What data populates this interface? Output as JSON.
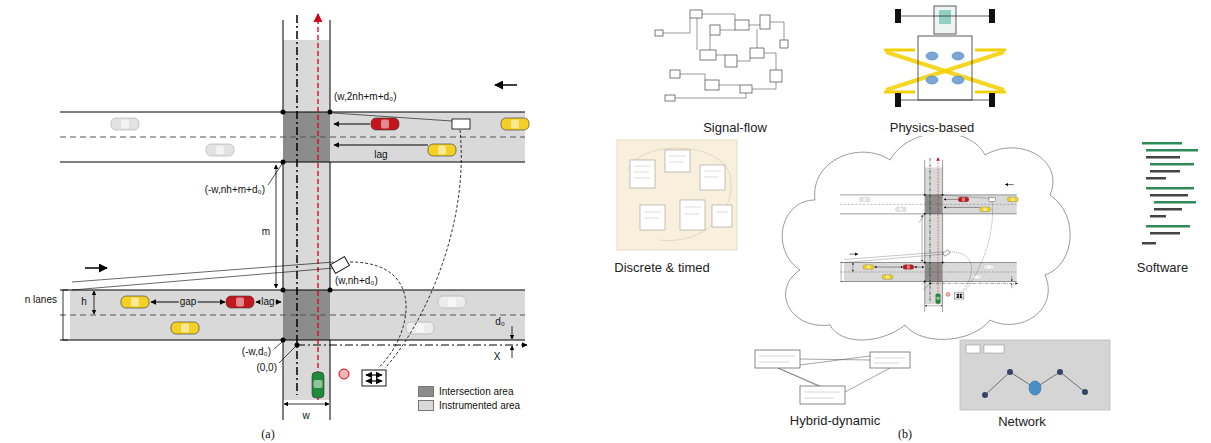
{
  "diagram": {
    "nodes": [
      {
        "text": [
          "Signal-flow"
        ]
      },
      {
        "text": [
          "Physics-based"
        ]
      },
      {
        "text": [
          "Discrete & timed"
        ]
      },
      {
        "text": [
          "Software"
        ]
      },
      {
        "text": [
          "Hybrid-dynamic"
        ]
      },
      {
        "text": [
          "Network"
        ]
      }
    ],
    "labels": [
      "(w,2nh+m+d₀)",
      "lag",
      "(-w,nh+m+d₀)",
      "m",
      "(w,nh+d₀)",
      "gap",
      "lag",
      "n lanes",
      "h",
      "d₀",
      "(-w,d₀)",
      "X",
      "(0,0)",
      "w",
      "(a)",
      "(b)"
    ],
    "legend": [
      {
        "text": "Intersection area",
        "color": "#8c8c8c"
      },
      {
        "text": "Instrumented area",
        "color": "#d9d9d9"
      }
    ]
  }
}
